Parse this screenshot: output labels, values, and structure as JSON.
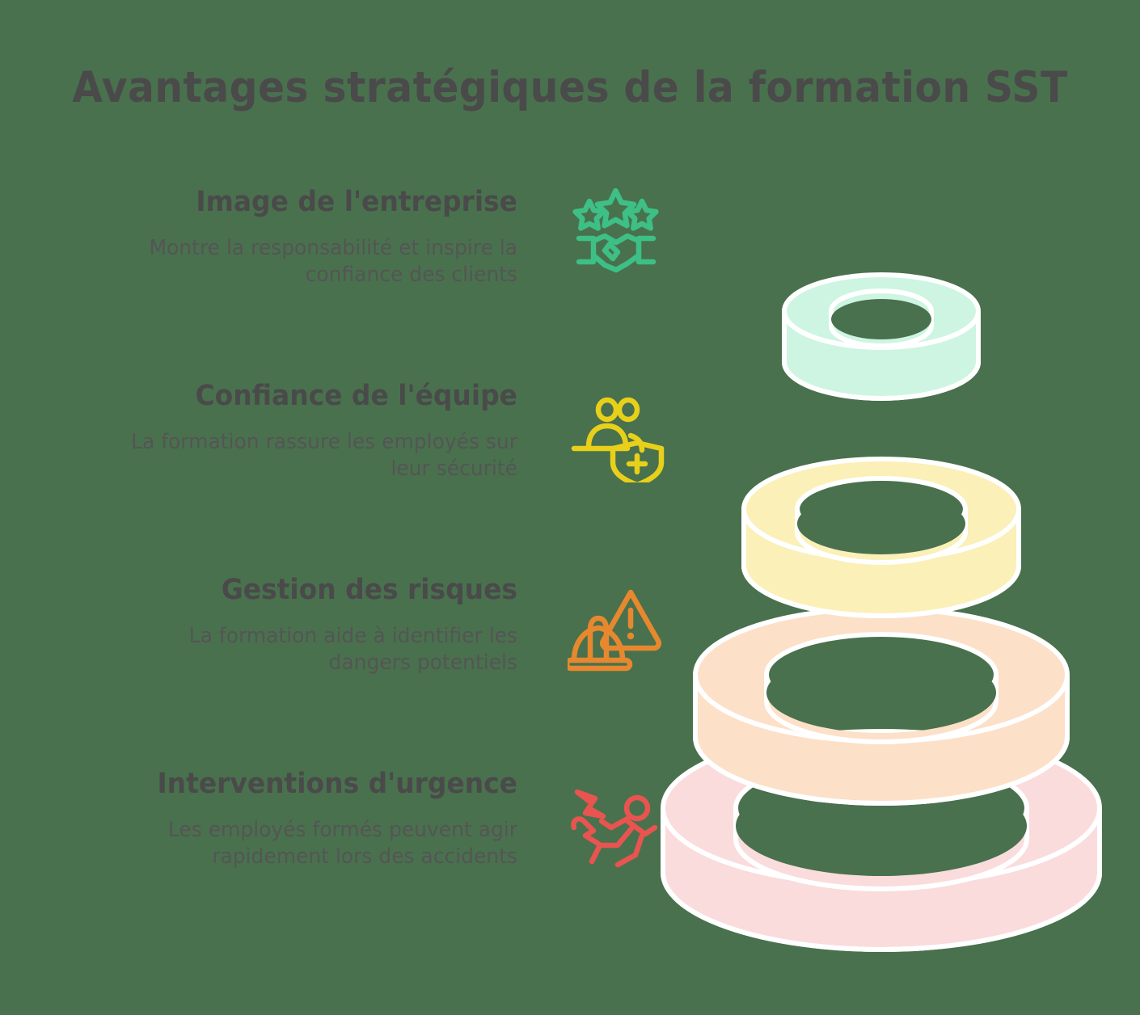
{
  "title": "Avantages stratégiques de la formation SST",
  "colors": {
    "background": "#49714e",
    "text_dark": "#4a4a4a",
    "text_body": "#555555",
    "outline": "#ffffff",
    "icon_green": "#3dbf85",
    "icon_yellow": "#e8d01a",
    "icon_orange": "#e8882e",
    "icon_red": "#e8544f",
    "ring_mint": "#cdf5e2",
    "ring_yellow": "#faf0b8",
    "ring_peach": "#fce0c8",
    "ring_pink": "#fadcdd"
  },
  "items": [
    {
      "heading": "Image de l'entreprise",
      "description_line1": "Montre la responsabilité et inspire la",
      "description_line2": "confiance des clients",
      "icon": "stars-handshake-icon",
      "icon_color": "#3dbf85",
      "ring_color": "#cdf5e2"
    },
    {
      "heading": "Confiance de l'équipe",
      "description_line1": "La formation rassure les employés sur",
      "description_line2": "leur sécurité",
      "icon": "people-shield-plus-icon",
      "icon_color": "#e8d01a",
      "ring_color": "#faf0b8"
    },
    {
      "heading": "Gestion des risques",
      "description_line1": "La formation aide à identifier les",
      "description_line2": "dangers potentiels",
      "icon": "hardhat-warning-icon",
      "icon_color": "#e8882e",
      "ring_color": "#fce0c8"
    },
    {
      "heading": "Interventions d'urgence",
      "description_line1": "Les employés formés peuvent agir",
      "description_line2": "rapidement lors des accidents",
      "icon": "electric-shock-person-icon",
      "icon_color": "#e8544f",
      "ring_color": "#fadcdd"
    }
  ],
  "chart_data": {
    "type": "pyramid",
    "title": "Avantages stratégiques de la formation SST",
    "note": "Stacked torus pyramid — four rings of increasing diameter from top to bottom",
    "levels": [
      {
        "label": "Image de l'entreprise",
        "rank": 1,
        "color": "#cdf5e2",
        "relative_width": 0.4
      },
      {
        "label": "Confiance de l'équipe",
        "rank": 2,
        "color": "#faf0b8",
        "relative_width": 0.6
      },
      {
        "label": "Gestion des risques",
        "rank": 3,
        "color": "#fce0c8",
        "relative_width": 0.8
      },
      {
        "label": "Interventions d'urgence",
        "rank": 4,
        "color": "#fadcdd",
        "relative_width": 1.0
      }
    ]
  }
}
